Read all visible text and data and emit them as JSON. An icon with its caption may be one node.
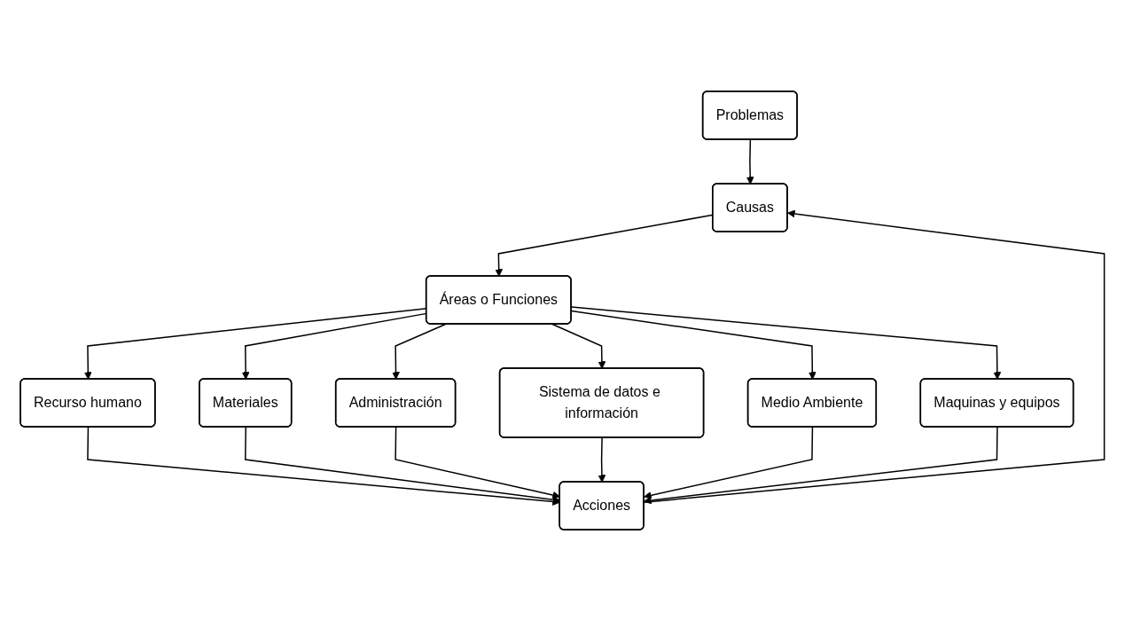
{
  "diagram": {
    "nodes": [
      {
        "text": [
          "Problemas"
        ]
      },
      {
        "text": [
          "Causas"
        ]
      },
      {
        "text": [
          "Áreas o Funciones"
        ]
      },
      {
        "text": [
          "Recurso humano"
        ]
      },
      {
        "text": [
          "Materiales"
        ]
      },
      {
        "text": [
          "Administración"
        ]
      },
      {
        "text": [
          "Sistema de datos e información"
        ]
      },
      {
        "text": [
          "Medio Ambiente"
        ]
      },
      {
        "text": [
          "Maquinas y equipos"
        ]
      },
      {
        "text": [
          "Acciones"
        ]
      }
    ],
    "edges": [
      {
        "from": 0,
        "to": 1,
        "arrow": "to"
      },
      {
        "from": 1,
        "to": 2,
        "arrow": "to"
      },
      {
        "from": 2,
        "to": 3,
        "arrow": "to"
      },
      {
        "from": 2,
        "to": 4,
        "arrow": "to"
      },
      {
        "from": 2,
        "to": 5,
        "arrow": "to"
      },
      {
        "from": 2,
        "to": 6,
        "arrow": "to"
      },
      {
        "from": 2,
        "to": 7,
        "arrow": "to"
      },
      {
        "from": 2,
        "to": 8,
        "arrow": "to"
      },
      {
        "from": 3,
        "to": 9,
        "arrow": "to"
      },
      {
        "from": 4,
        "to": 9,
        "arrow": "to"
      },
      {
        "from": 5,
        "to": 9,
        "arrow": "to"
      },
      {
        "from": 6,
        "to": 9,
        "arrow": "to"
      },
      {
        "from": 7,
        "to": 9,
        "arrow": "to"
      },
      {
        "from": 8,
        "to": 9,
        "arrow": "to"
      },
      {
        "from": 9,
        "to": 1,
        "arrow": "to"
      }
    ]
  }
}
